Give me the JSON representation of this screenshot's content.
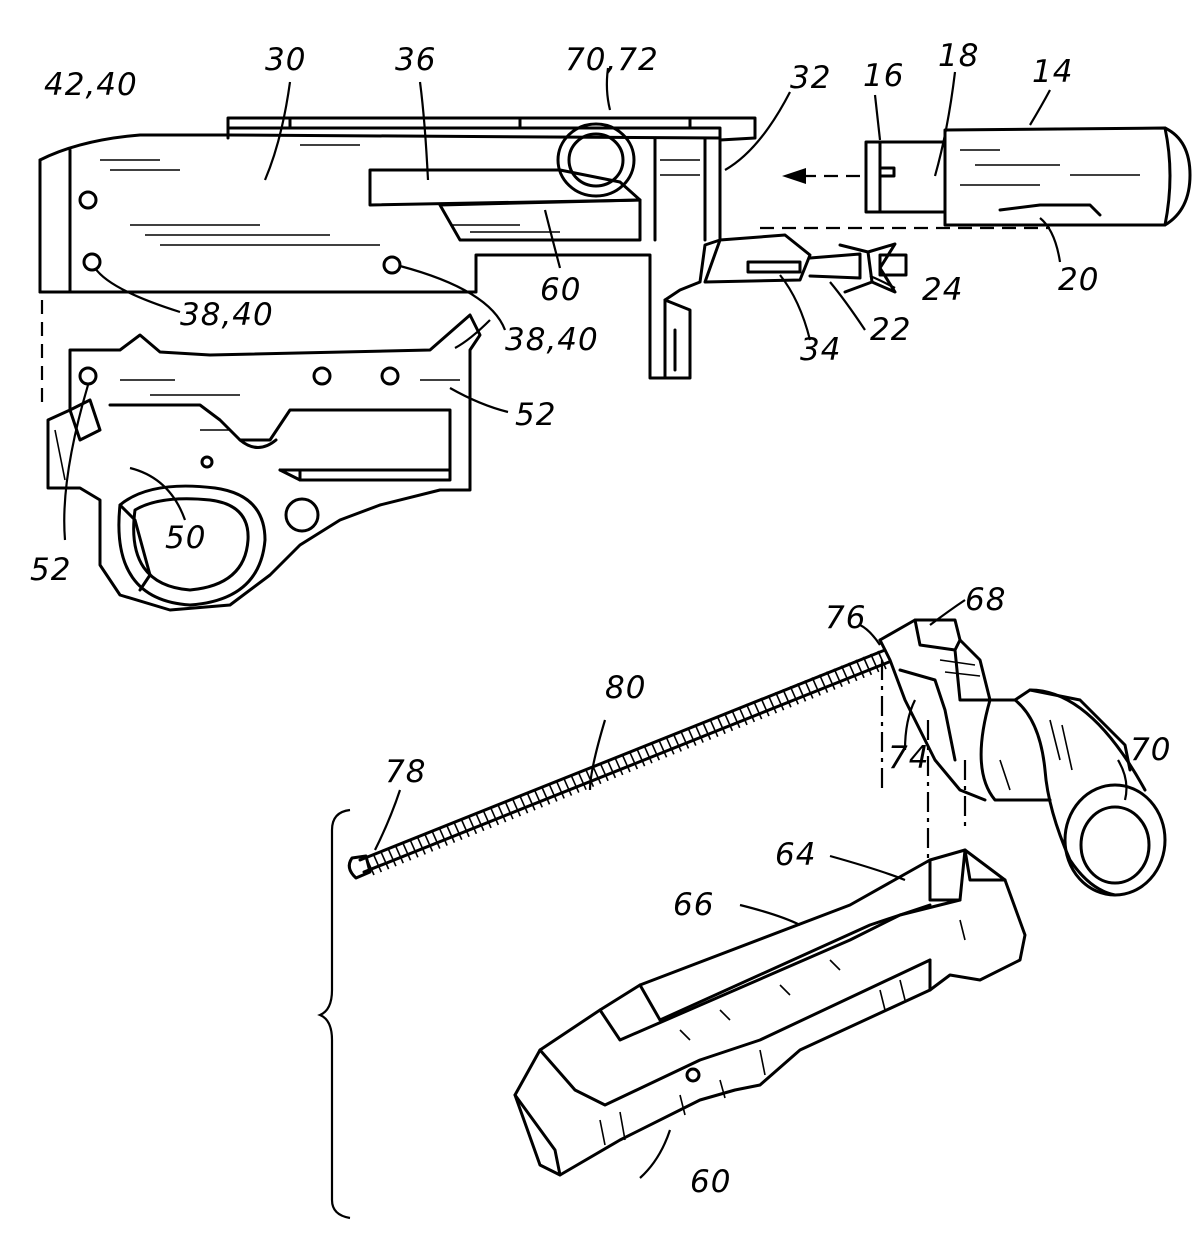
{
  "figure": {
    "labels": {
      "l14": "14",
      "l16": "16",
      "l18": "18",
      "l20": "20",
      "l22": "22",
      "l24": "24",
      "l30": "30",
      "l32": "32",
      "l34": "34",
      "l36": "36",
      "l42_40": "42,40",
      "l38_40_left": "38,40",
      "l38_40_right": "38,40",
      "l70_72": "70,72",
      "l60_top": "60",
      "l52_right": "52",
      "l52_left": "52",
      "l50": "50",
      "l76": "76",
      "l68": "68",
      "l80": "80",
      "l74": "74",
      "l70": "70",
      "l78": "78",
      "l64": "64",
      "l66": "66",
      "l60_bottom": "60"
    }
  }
}
